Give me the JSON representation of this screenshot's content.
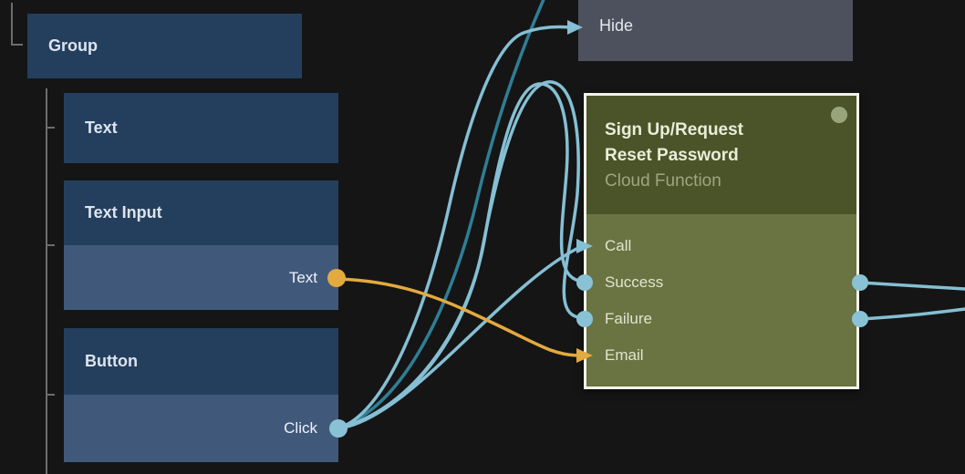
{
  "nodes": {
    "group": {
      "title": "Group"
    },
    "text": {
      "title": "Text"
    },
    "text_input": {
      "title": "Text Input",
      "output_port": "Text"
    },
    "button": {
      "title": "Button",
      "output_port": "Click"
    },
    "hide": {
      "title": "Hide"
    },
    "cloud_function": {
      "title": "Sign Up/Request Reset Password",
      "subtitle": "Cloud Function",
      "input_ports": [
        "Call",
        "Success",
        "Failure",
        "Email"
      ]
    }
  },
  "connections": [
    {
      "from": "Button.Click",
      "to": "Hide"
    },
    {
      "from": "Button.Click",
      "to": "Cloud Function.Call"
    },
    {
      "from": "Button.Click",
      "to": "Cloud Function.Success"
    },
    {
      "from": "Button.Click",
      "to": "Cloud Function.Failure"
    },
    {
      "from": "Button.Click",
      "to": "offscreen-top"
    },
    {
      "from": "Text Input.Text",
      "to": "Cloud Function.Email"
    },
    {
      "from": "Cloud Function.Success",
      "to": "offscreen-right"
    },
    {
      "from": "Cloud Function.Failure",
      "to": "offscreen-right"
    }
  ],
  "colors": {
    "background": "#151515",
    "node_header_blue": "#243f5e",
    "node_body_blue": "#40597b",
    "node_gray": "#4c515d",
    "function_header": "#4b5428",
    "function_body": "#6a7342",
    "function_border": "#f2f2ea",
    "wire_blue": "#85bfd3",
    "wire_teal": "#2f7e96",
    "wire_orange": "#e3aa3f",
    "port_dot_blue": "#8ac2d5",
    "port_dot_orange": "#e3aa3f",
    "status_dot": "#9aa47b",
    "tree_line": "#6c6c6c"
  }
}
